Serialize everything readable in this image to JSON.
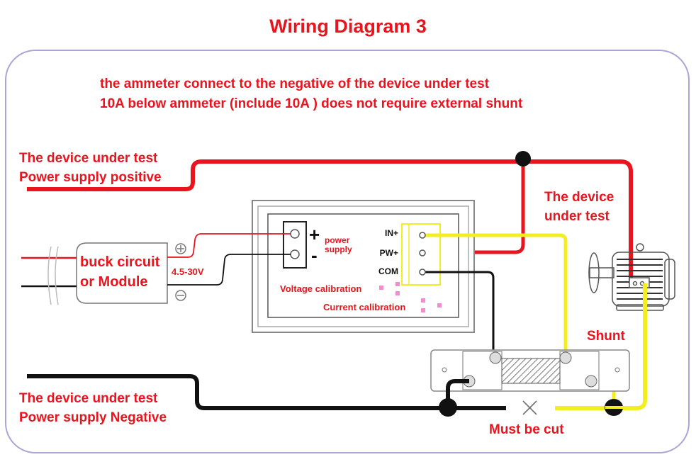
{
  "title": "Wiring Diagram 3",
  "notes": {
    "line1": "the ammeter connect to the negative of the device under test",
    "line2": "10A below ammeter (include 10A ) does not require external shunt"
  },
  "labels": {
    "positive_line1": "The device under test",
    "positive_line2": "Power supply positive",
    "negative_line1": "The device under test",
    "negative_line2": "Power supply Negative",
    "dut_line1": "The device",
    "dut_line2": "under test",
    "buck_line1": "buck circuit",
    "buck_line2": "or Module",
    "voltage_range": "4.5-30V",
    "plus_symbol": "+",
    "minus_symbol": "-",
    "power_line1": "power",
    "power_line2": "supply",
    "terminal_in": "IN+",
    "terminal_pw": "PW+",
    "terminal_com": "COM",
    "voltage_calibration": "Voltage calibration",
    "current_calibration": "Current calibration",
    "shunt": "Shunt",
    "must_be_cut": "Must be cut",
    "cut_mark": "×"
  },
  "colors": {
    "text_red": "#e8141e",
    "wire_red": "#e8141e",
    "wire_yellow": "#f2ee22",
    "wire_black": "#111111",
    "border": "#a9a6d6"
  }
}
